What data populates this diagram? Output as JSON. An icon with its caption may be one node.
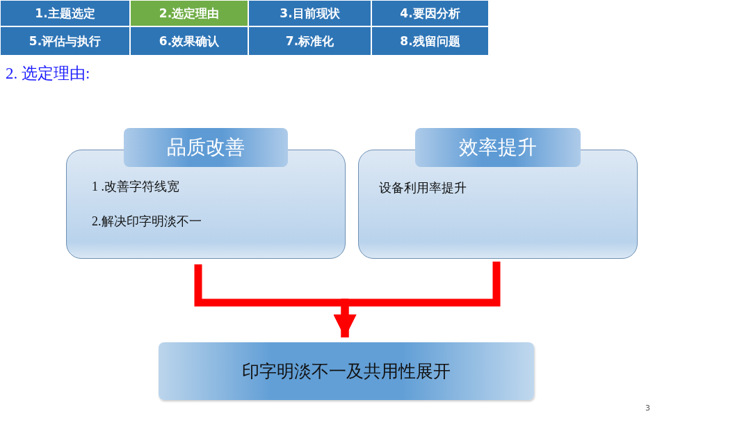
{
  "diagram": {
    "title": "2. 选定理由:",
    "nodes": [
      {
        "text": [
          "1.主题选定"
        ]
      },
      {
        "text": [
          "2.选定理由"
        ]
      },
      {
        "text": [
          "3.目前现状"
        ]
      },
      {
        "text": [
          "4.要因分析"
        ]
      },
      {
        "text": [
          "5.评估与执行"
        ]
      },
      {
        "text": [
          "6.效果确认"
        ]
      },
      {
        "text": [
          "7.标准化"
        ]
      },
      {
        "text": [
          "8.残留问题"
        ]
      },
      {
        "text": [
          "品质改善",
          "1 .改善字符线宽",
          "2.解决印字明淡不一"
        ]
      },
      {
        "text": [
          "效率提升",
          "设备利用率提升"
        ]
      },
      {
        "text": [
          "印字明淡不一及共用性展开"
        ]
      }
    ],
    "edges": [
      {
        "from": 8,
        "to": 10,
        "arrow": "to"
      },
      {
        "from": 9,
        "to": 10,
        "arrow": "to"
      }
    ],
    "labels": [
      "3"
    ]
  }
}
